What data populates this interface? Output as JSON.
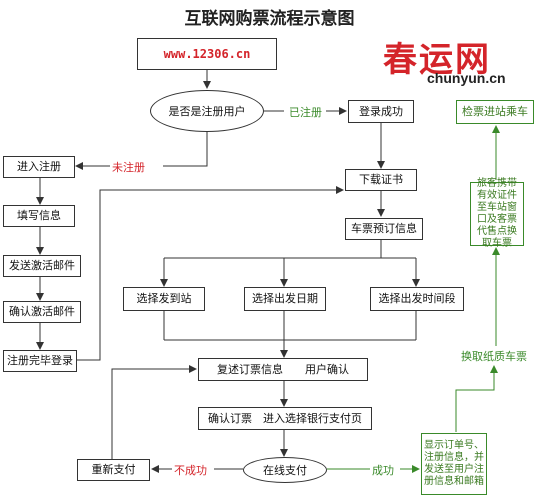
{
  "title": "互联网购票流程示意图",
  "logo": {
    "cn": "春运网",
    "en": "chunyun.cn"
  },
  "nodes": {
    "url": "www.12306.cn",
    "is_registered": "是否是注册用户",
    "login_success": "登录成功",
    "enter_register": "进入注册",
    "fill_info": "填写信息",
    "send_email": "发送激活邮件",
    "confirm_email": "确认激活邮件",
    "register_done": "注册完毕登录",
    "download_cert": "下载证书",
    "ticket_info": "车票预订信息",
    "choose_station": "选择发到站",
    "choose_date": "选择出发日期",
    "choose_time": "选择出发时间段",
    "review_order": "复述订票信息　　用户确认",
    "confirm_order": "确认订票　进入选择银行支付页",
    "online_pay": "在线支付",
    "repay": "重新支付",
    "show_order": "显示订单号、注册信息，并发送至用户注册信息和邮箱",
    "take_cert": "旅客携带有效证件至车站窗口及客票代售点换取车票",
    "exchange_ticket": "换取纸质车票",
    "board": "检票进站乘车"
  },
  "edge_labels": {
    "registered": "已注册",
    "not_registered": "未注册",
    "failed": "不成功",
    "success": "成功"
  },
  "colors": {
    "red": "#d4242a",
    "green": "#3a8a2a",
    "line": "#333333"
  }
}
